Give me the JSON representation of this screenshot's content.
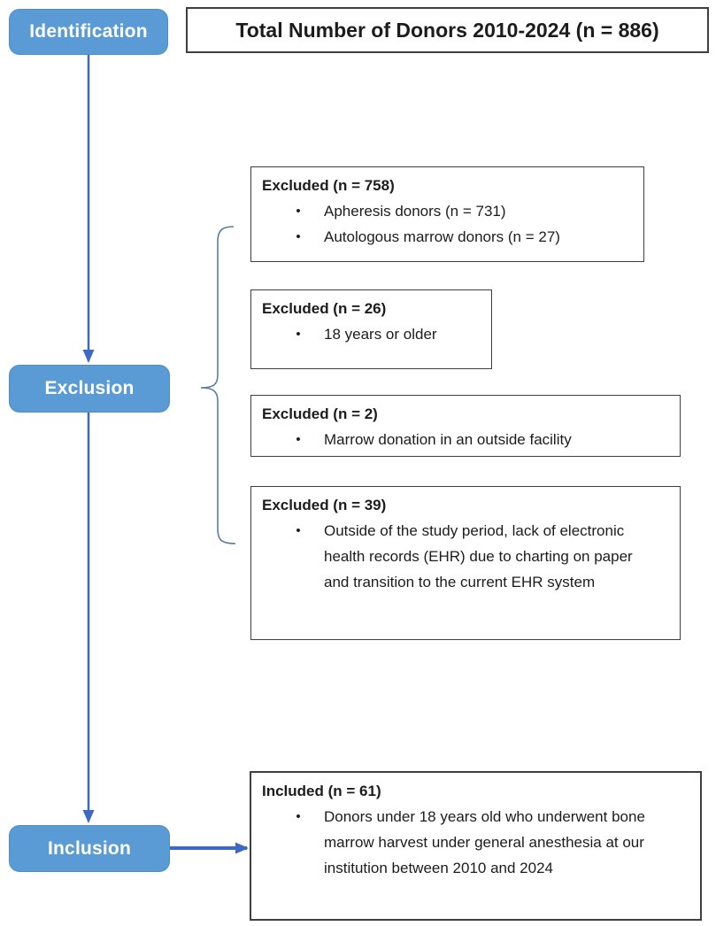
{
  "palette": {
    "stage_fill": "#5B9BD5",
    "stage_border": "#4D8DCA",
    "stage_text": "#FFFFFF",
    "arrow": "#3E68C5",
    "brace": "#5C7CA3",
    "box_border": "#3F3F3F",
    "text": "#1C1C1C",
    "background": "#FFFFFF"
  },
  "bullet_glyph": "•",
  "stages": {
    "identification": "Identification",
    "exclusion": "Exclusion",
    "inclusion": "Inclusion"
  },
  "title_box": {
    "text": "Total Number of Donors 2010-2024 (n = 886)"
  },
  "excluded_boxes": [
    {
      "title": "Excluded (n = 758)",
      "bullets": [
        "Apheresis donors (n = 731)",
        "Autologous marrow donors (n = 27)"
      ]
    },
    {
      "title": "Excluded (n = 26)",
      "bullets": [
        "18 years or older"
      ]
    },
    {
      "title": "Excluded (n = 2)",
      "bullets": [
        "Marrow donation in an outside facility"
      ]
    },
    {
      "title": "Excluded (n = 39)",
      "bullets": [
        "Outside of the study period, lack of electronic health records (EHR) due to charting on paper and transition to the current EHR system"
      ]
    }
  ],
  "included_box": {
    "title": "Included (n = 61)",
    "bullets": [
      "Donors under 18 years old who underwent bone marrow harvest under general anesthesia at our institution between 2010 and 2024"
    ]
  }
}
